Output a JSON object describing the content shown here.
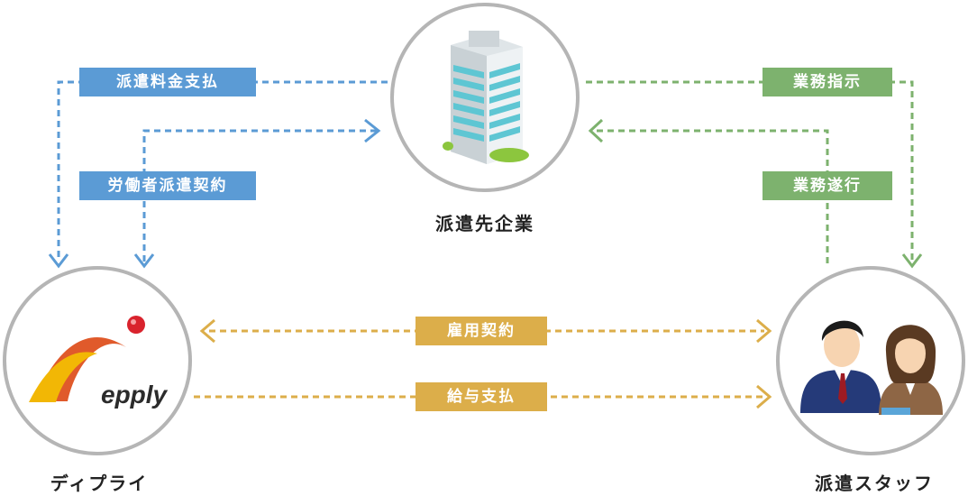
{
  "nodes": {
    "company": {
      "label": "派遣先企業"
    },
    "dispatcher": {
      "label": "ディプライ",
      "logo_text": "epply"
    },
    "staff": {
      "label": "派遣スタッフ"
    }
  },
  "relations": {
    "fee_payment": "派遣料金支払",
    "worker_dispatch_contract": "労働者派遣契約",
    "work_instruction": "業務指示",
    "work_execution": "業務遂行",
    "employment_contract": "雇用契約",
    "salary_payment": "給与支払"
  },
  "colors": {
    "blue": "#5b9bd5",
    "green": "#7db26e",
    "yellow": "#dcae4a",
    "circle_border": "#b5b5b5",
    "logo_red": "#e05a2b",
    "logo_yellow": "#f2b705"
  }
}
